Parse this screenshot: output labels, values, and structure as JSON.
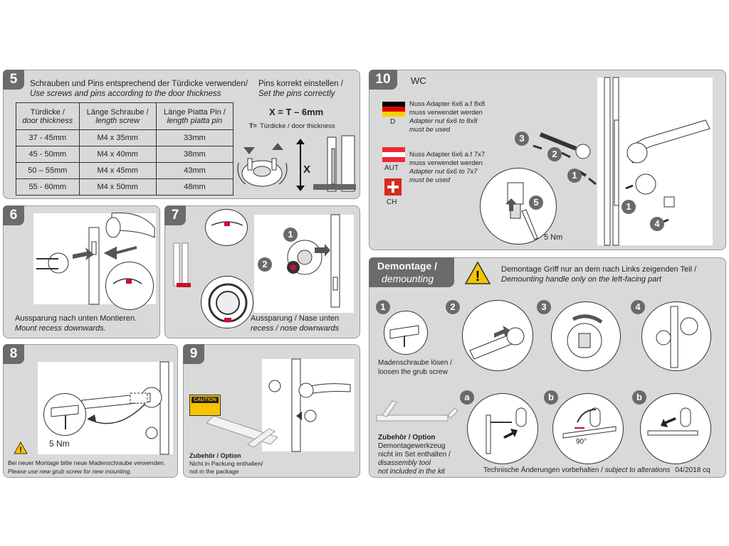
{
  "step5": {
    "number": "5",
    "heading_de": "Schrauben und Pins entsprechend der Türdicke verwenden/",
    "heading_en": "Use screws and pins according to the door thickness",
    "pins_de": "Pins korrekt einstellen /",
    "pins_en": "Set the pins correctly",
    "formula": "X = T – 6mm",
    "formula_t": "T=",
    "formula_note": "Türdicke / door thickness",
    "x_label": "X",
    "table": {
      "headers": [
        {
          "de": "Türdicke /",
          "en": "door thickness"
        },
        {
          "de": "Länge Schraube /",
          "en": "length screw"
        },
        {
          "de": "Länge Piatta Pin /",
          "en": "length piatta pin"
        }
      ],
      "rows": [
        [
          "37 - 45mm",
          "M4 x 35mm",
          "33mm"
        ],
        [
          "45 - 50mm",
          "M4 x 40mm",
          "38mm"
        ],
        [
          "50 – 55mm",
          "M4 x 45mm",
          "43mm"
        ],
        [
          "55 - 60mm",
          "M4 x 50mm",
          "48mm"
        ]
      ]
    }
  },
  "step6": {
    "number": "6",
    "caption_de": "Aussparung nach unten Montieren.",
    "caption_en": "Mount recess downwards."
  },
  "step7": {
    "number": "7",
    "caption_de": "Aussparung / Nase unten",
    "caption_en": "recess / nose downwards",
    "n1": "1",
    "n2": "2"
  },
  "step8": {
    "number": "8",
    "torque": "5 Nm",
    "note_de": "Bei neuer Montage bitte neue Madenschraube verwenden.",
    "note_en": "Please use new grub screw for new mounting."
  },
  "step9": {
    "number": "9",
    "caution": "CAUTION",
    "acc_title": "Zubehör / Option",
    "acc_de": "Nicht in Packung enthalten/",
    "acc_en": "not in the package"
  },
  "step10": {
    "number": "10",
    "title": "WC",
    "d_label": "D",
    "d_l1": "Nuss Adapter 6x6 a.f 8x8",
    "d_l2": "muss verwendet werden",
    "d_l3": "Adapter nut 6x6 to 8x8",
    "d_l4": "must be used",
    "aut_label": "AUT",
    "aut_l1": "Nuss Adapter 6x6 a.f 7x7",
    "aut_l2": "muss verwendet werden",
    "aut_l3": "Adapter nut 6x6 to 7x7",
    "aut_l4": "must be used",
    "ch_label": "CH",
    "torque": "5 Nm",
    "nums": [
      "1",
      "2",
      "3",
      "1",
      "4",
      "5"
    ]
  },
  "demount": {
    "title_de": "Demontage /",
    "title_en": "demounting",
    "warn_de": "Demontage Griff nur an dem nach Links zeigenden Teil /",
    "warn_en": "Demounting handle only on the left-facing part",
    "steps": [
      "1",
      "2",
      "3",
      "4"
    ],
    "sub": [
      "a",
      "b",
      "b"
    ],
    "step1_de": "Madenschraube lösen /",
    "step1_en": "loosen the grub screw",
    "acc_title": "Zubehör / Option",
    "acc_l1": "Demontagewerkzeug",
    "acc_l2": "nicht im Set enthalten /",
    "acc_l3": "disassembly tool",
    "acc_l4": "not included in the kit",
    "angle": "90°",
    "footer_de": "Technische Änderungen vorbehalten /",
    "footer_en": "subject to alterations",
    "footer_date": "04/2018 cq"
  },
  "colors": {
    "panel": "#d9d9d9",
    "badge": "#6b6b6b",
    "red_accent": "#c8102e",
    "warning_yellow": "#f5c400"
  }
}
